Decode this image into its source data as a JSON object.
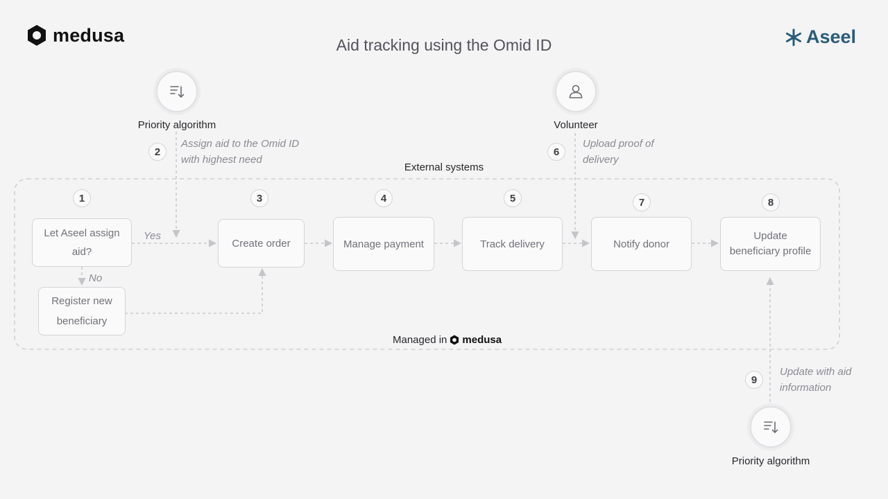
{
  "header": {
    "title": "Aid tracking using the Omid ID",
    "brand_left": "medusa",
    "brand_right": "Aseel"
  },
  "actors": {
    "priority_top": "Priority algorithm",
    "volunteer": "Volunteer",
    "priority_bottom": "Priority algorithm"
  },
  "steps": {
    "n1": "1",
    "n2": "2",
    "n3": "3",
    "n4": "4",
    "n5": "5",
    "n6": "6",
    "n7": "7",
    "n8": "8",
    "n9": "9"
  },
  "boxes": {
    "let_aseel_line1": "Let Aseel assign",
    "let_aseel_line2": "aid?",
    "register_line1": "Register new",
    "register_line2": "beneficiary",
    "create_order": "Create order",
    "manage_payment": "Manage payment",
    "track_delivery": "Track delivery",
    "notify_donor": "Notify donor",
    "update_line1": "Update",
    "update_line2": "beneficiary profile"
  },
  "notes": {
    "assign_line1": "Assign aid to the Omid ID",
    "assign_line2": "with highest need",
    "upload_line1": "Upload proof of",
    "upload_line2": "delivery",
    "update_aid_line1": "Update with aid",
    "update_aid_line2": "information",
    "yes": "Yes",
    "no": "No"
  },
  "regions": {
    "external": "External systems",
    "managed_in": "Managed in",
    "managed_brand": "medusa"
  },
  "icons": {
    "brand_logo": "hexagon-icon",
    "aseel_logo": "snowflake-icon",
    "algorithm": "sort-descending-icon",
    "volunteer": "user-icon"
  }
}
